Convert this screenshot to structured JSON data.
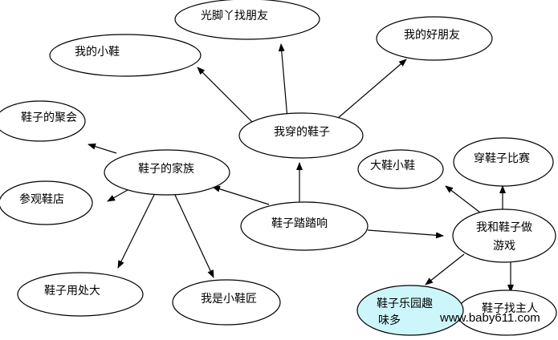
{
  "diagram": {
    "nodes": {
      "center": [
        "鞋子踏踏响"
      ],
      "wear": [
        "我穿的鞋子"
      ],
      "barefoot": [
        "光脚丫找朋友"
      ],
      "small_shoes": [
        "我的小鞋"
      ],
      "good_friend": [
        "我的好朋友"
      ],
      "family": [
        "鞋子的家族"
      ],
      "gathering": [
        "鞋子的聚会"
      ],
      "visit_store": [
        "参观鞋店"
      ],
      "uses": [
        "鞋子用处大"
      ],
      "cobbler": [
        "我是小鞋匠"
      ],
      "play": [
        "我和鞋子做",
        "游戏"
      ],
      "big_small": [
        "大鞋小鞋"
      ],
      "contest": [
        "穿鞋子比赛"
      ],
      "paradise": [
        "鞋子乐园趣",
        "味多"
      ],
      "owner": [
        "鞋子找主人"
      ]
    }
  },
  "watermark": "www.baby611.com",
  "colors": {
    "highlight": "#ccf6fa",
    "stroke": "#000000"
  }
}
